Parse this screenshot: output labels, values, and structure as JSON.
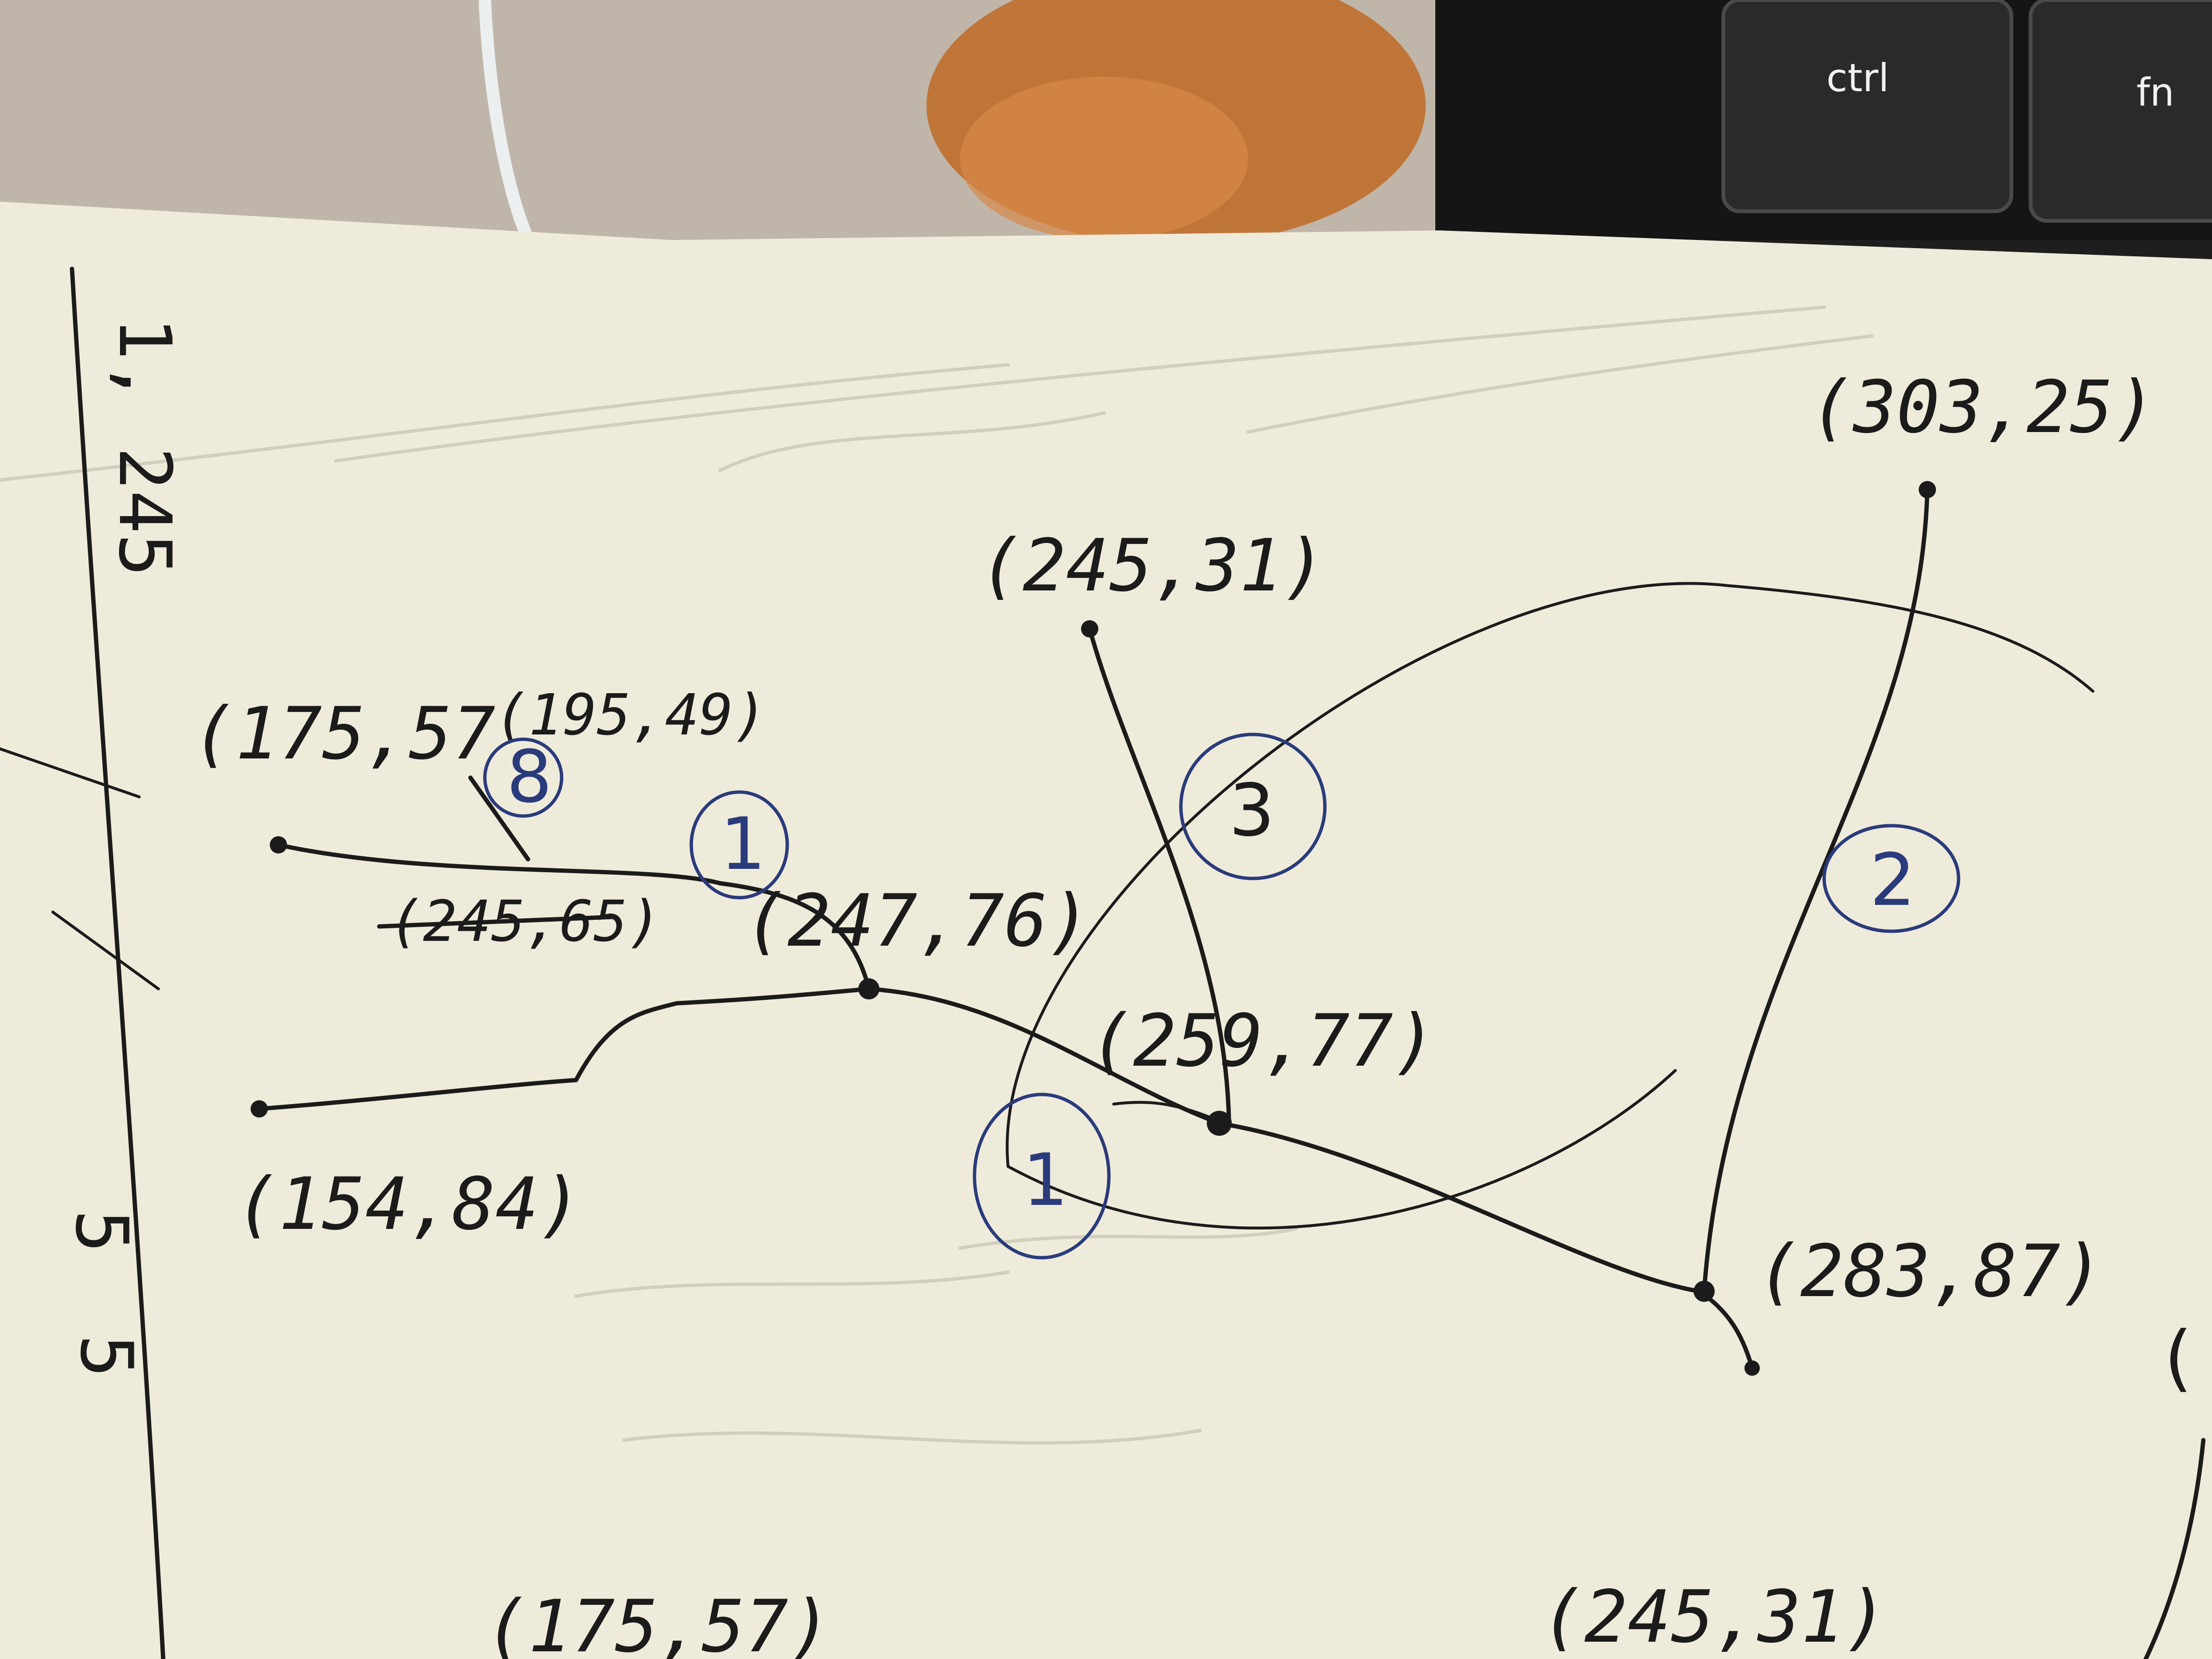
{
  "keyboard": {
    "keys": [
      {
        "label": "ctrl"
      },
      {
        "label": "fn"
      }
    ]
  },
  "sketch": {
    "points": [
      {
        "label": "(175,57"
      },
      {
        "label": "(195,49)"
      },
      {
        "label": "(245,31)"
      },
      {
        "label": "(303,25)"
      },
      {
        "label": "(247,76)"
      },
      {
        "label": "(259,77)"
      },
      {
        "label": "(154,84)"
      },
      {
        "label": "(283,87)"
      }
    ],
    "crossed_out": "(245,65)",
    "circled_numbers": [
      "1",
      "2",
      "3",
      "1",
      "8"
    ],
    "bottom_labels": [
      {
        "label": "(175,57)"
      },
      {
        "label": "(245,31)"
      }
    ],
    "margin_text": [
      "1, 245",
      "5",
      "5"
    ],
    "partial_char": "("
  }
}
